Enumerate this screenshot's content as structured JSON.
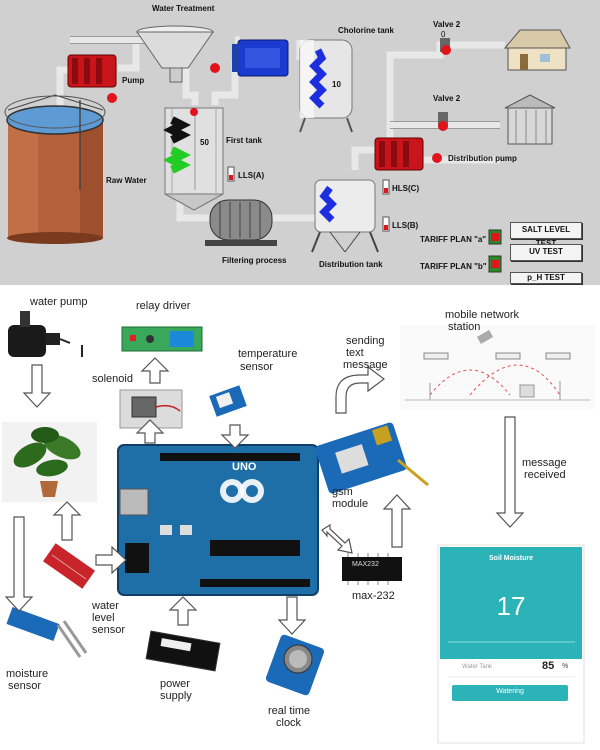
{
  "scada": {
    "water_treatment": "Water Treatment",
    "pump": "Pump",
    "raw_water": "Raw Water",
    "first_tank": "First tank",
    "first_tank_level": "50",
    "chlorine_tank": "Cholorine tank",
    "chlorine_level": "10",
    "valve_top": "Valve 2",
    "valve_top_value": "0",
    "valve_mid": "Valve 2",
    "distribution_pump": "Distribution pump",
    "hls": "HLS(C)",
    "lls_a": "LLS(A)",
    "lls_b": "LLS(B)",
    "filtering": "Filtering process",
    "distribution_tank": "Distribution tank",
    "tariff_a": "TARIFF PLAN \"a\"",
    "tariff_b": "TARIFF PLAN \"b\"",
    "salt_test": "SALT LEVEL TEST",
    "uv_test": "UV TEST",
    "ph_test": "p_H TEST"
  },
  "iot": {
    "water_pump": "water pump",
    "relay_driver": "relay driver",
    "solenoid": "solenoid",
    "temp_sensor_1": "temperature",
    "temp_sensor_2": "sensor",
    "sending_1": "sending",
    "sending_2": "text",
    "sending_3": "message",
    "mobile_1": "mobile network",
    "mobile_2": "station",
    "message_received_1": "message",
    "message_received_2": "received",
    "gsm_1": "gsm",
    "gsm_2": "module",
    "max232": "max-232",
    "water_level_1": "water",
    "water_level_2": "level",
    "water_level_3": "sensor",
    "moisture_1": "moisture",
    "moisture_2": "sensor",
    "power_1": "power",
    "power_2": "supply",
    "rtc_1": "real time",
    "rtc_2": "clock",
    "arduino_label": "UNO",
    "ic_label": "MAX232"
  },
  "phone": {
    "title": "Soil Moisture",
    "value": "17",
    "water_tank_label": "Water Tank",
    "water_tank_value": "85",
    "unit": "%",
    "button": "Watering"
  },
  "colors": {
    "scada_bg": "#d0d0d0",
    "pump_red": "#c8141a",
    "tank_copper": "#b4603a",
    "phone_teal": "#2bb3b8"
  }
}
